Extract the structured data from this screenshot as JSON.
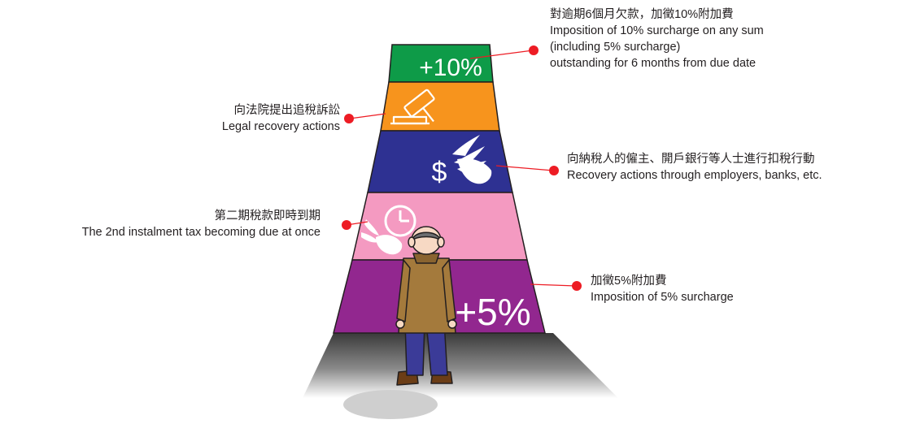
{
  "colors": {
    "green": "#0e9b48",
    "orange": "#f7941d",
    "navy": "#2e3192",
    "pink": "#f49ac1",
    "purple": "#92278f",
    "pointer_dot": "#ed1c24",
    "text": "#231f20"
  },
  "steps": [
    {
      "id": "surcharge-10",
      "symbol": "+10%",
      "color": "green"
    },
    {
      "id": "legal",
      "icon": "gavel-icon",
      "color": "orange"
    },
    {
      "id": "recovery",
      "symbol": "$",
      "icon": "winged-money-icon",
      "color": "navy"
    },
    {
      "id": "instalment",
      "icon": "winged-clock-icon",
      "color": "pink"
    },
    {
      "id": "surcharge-5",
      "symbol": "+5%",
      "color": "purple"
    }
  ],
  "labels": {
    "surcharge_10": {
      "zh": "對逾期6個月欠款，加徵10%附加費",
      "en1": "Imposition of 10% surcharge on any sum",
      "en2": "(including 5% surcharge)",
      "en3": "outstanding for 6 months from due date"
    },
    "legal": {
      "zh": "向法院提出追稅訴訟",
      "en": "Legal recovery actions"
    },
    "recovery": {
      "zh": "向納稅人的僱主、開戶銀行等人士進行扣稅行動",
      "en": "Recovery actions through employers, banks, etc."
    },
    "instalment": {
      "zh": "第二期稅款即時到期",
      "en": "The 2nd instalment tax becoming due at once"
    },
    "surcharge_5": {
      "zh": "加徵5%附加費",
      "en": "Imposition of 5% surcharge"
    }
  }
}
